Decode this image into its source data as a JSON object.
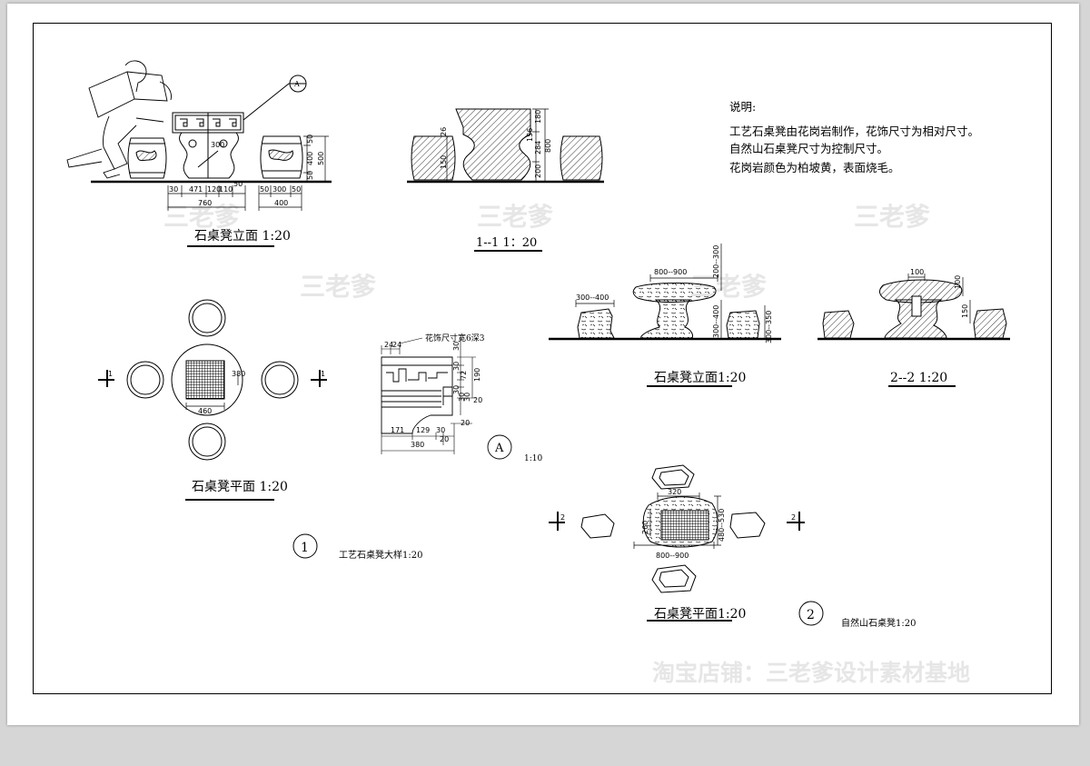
{
  "notes": {
    "heading": "说明:",
    "lines": [
      "工艺石桌凳由花岗岩制作，花饰尺寸为相对尺寸。",
      "自然山石桌凳尺寸为控制尺寸。",
      "花岗岩颜色为柏坡黄，表面烧毛。"
    ]
  },
  "titles": {
    "elev1": "石桌凳立面 1:20",
    "sec11": "1--1  1：20",
    "plan1": "石桌凳平面 1:20",
    "elev2": "石桌凳立面1:20",
    "sec22": "2--2  1:20",
    "plan2": "石桌凳平面1:20",
    "detailA_scale": "1:10",
    "caption1": "工艺石桌凳大样1:20",
    "caption2": "自然山石桌凳1:20"
  },
  "markers": {
    "n1": "1",
    "n2": "2",
    "A": "A",
    "cut1": "1",
    "cut2": "2"
  },
  "dims": {
    "e1_a": "30",
    "e1_b": "471",
    "e1_c": "120",
    "e1_d": "110",
    "e1_e": "50",
    "e1_f": "760",
    "e1_g": "50",
    "e1_h": "300",
    "e1_i": "50",
    "e1_j": "400",
    "e1_k": "50",
    "e1_l": "400",
    "e1_m": "50",
    "e1_n": "500",
    "e1_r": "300",
    "s1_a": "180",
    "s1_b": "800",
    "s1_c": "284",
    "s1_d": "156",
    "s1_e": "200",
    "s1_f": "150",
    "s1_g": "26",
    "p1_a": "460",
    "p1_b": "380",
    "A_note": "花饰尺寸宽6深3",
    "A_a": "24",
    "A_b": "24",
    "A_c": "30",
    "A_d": "72",
    "A_e": "30",
    "A_f": "190",
    "A_g": "30",
    "A_h": "30",
    "A_i": "30",
    "A_j": "20",
    "A_k": "171",
    "A_l": "129",
    "A_m": "30",
    "A_n": "20",
    "A_o": "380",
    "A_p": "20",
    "e2_a": "300--400",
    "e2_b": "800--900",
    "e2_c": "200--300",
    "e2_d": "300--400",
    "e2_e": "300--350",
    "s2_a": "100",
    "s2_b": "100",
    "s2_c": "150",
    "p2_a": "320",
    "p2_b": "480--530",
    "p2_c": "260",
    "p2_d": "800--900"
  },
  "watermarks": [
    "三老爹",
    "三老爹",
    "三老爹",
    "三老爹",
    "三老爹"
  ],
  "shop": "淘宝店铺：三老爹设计素材基地"
}
